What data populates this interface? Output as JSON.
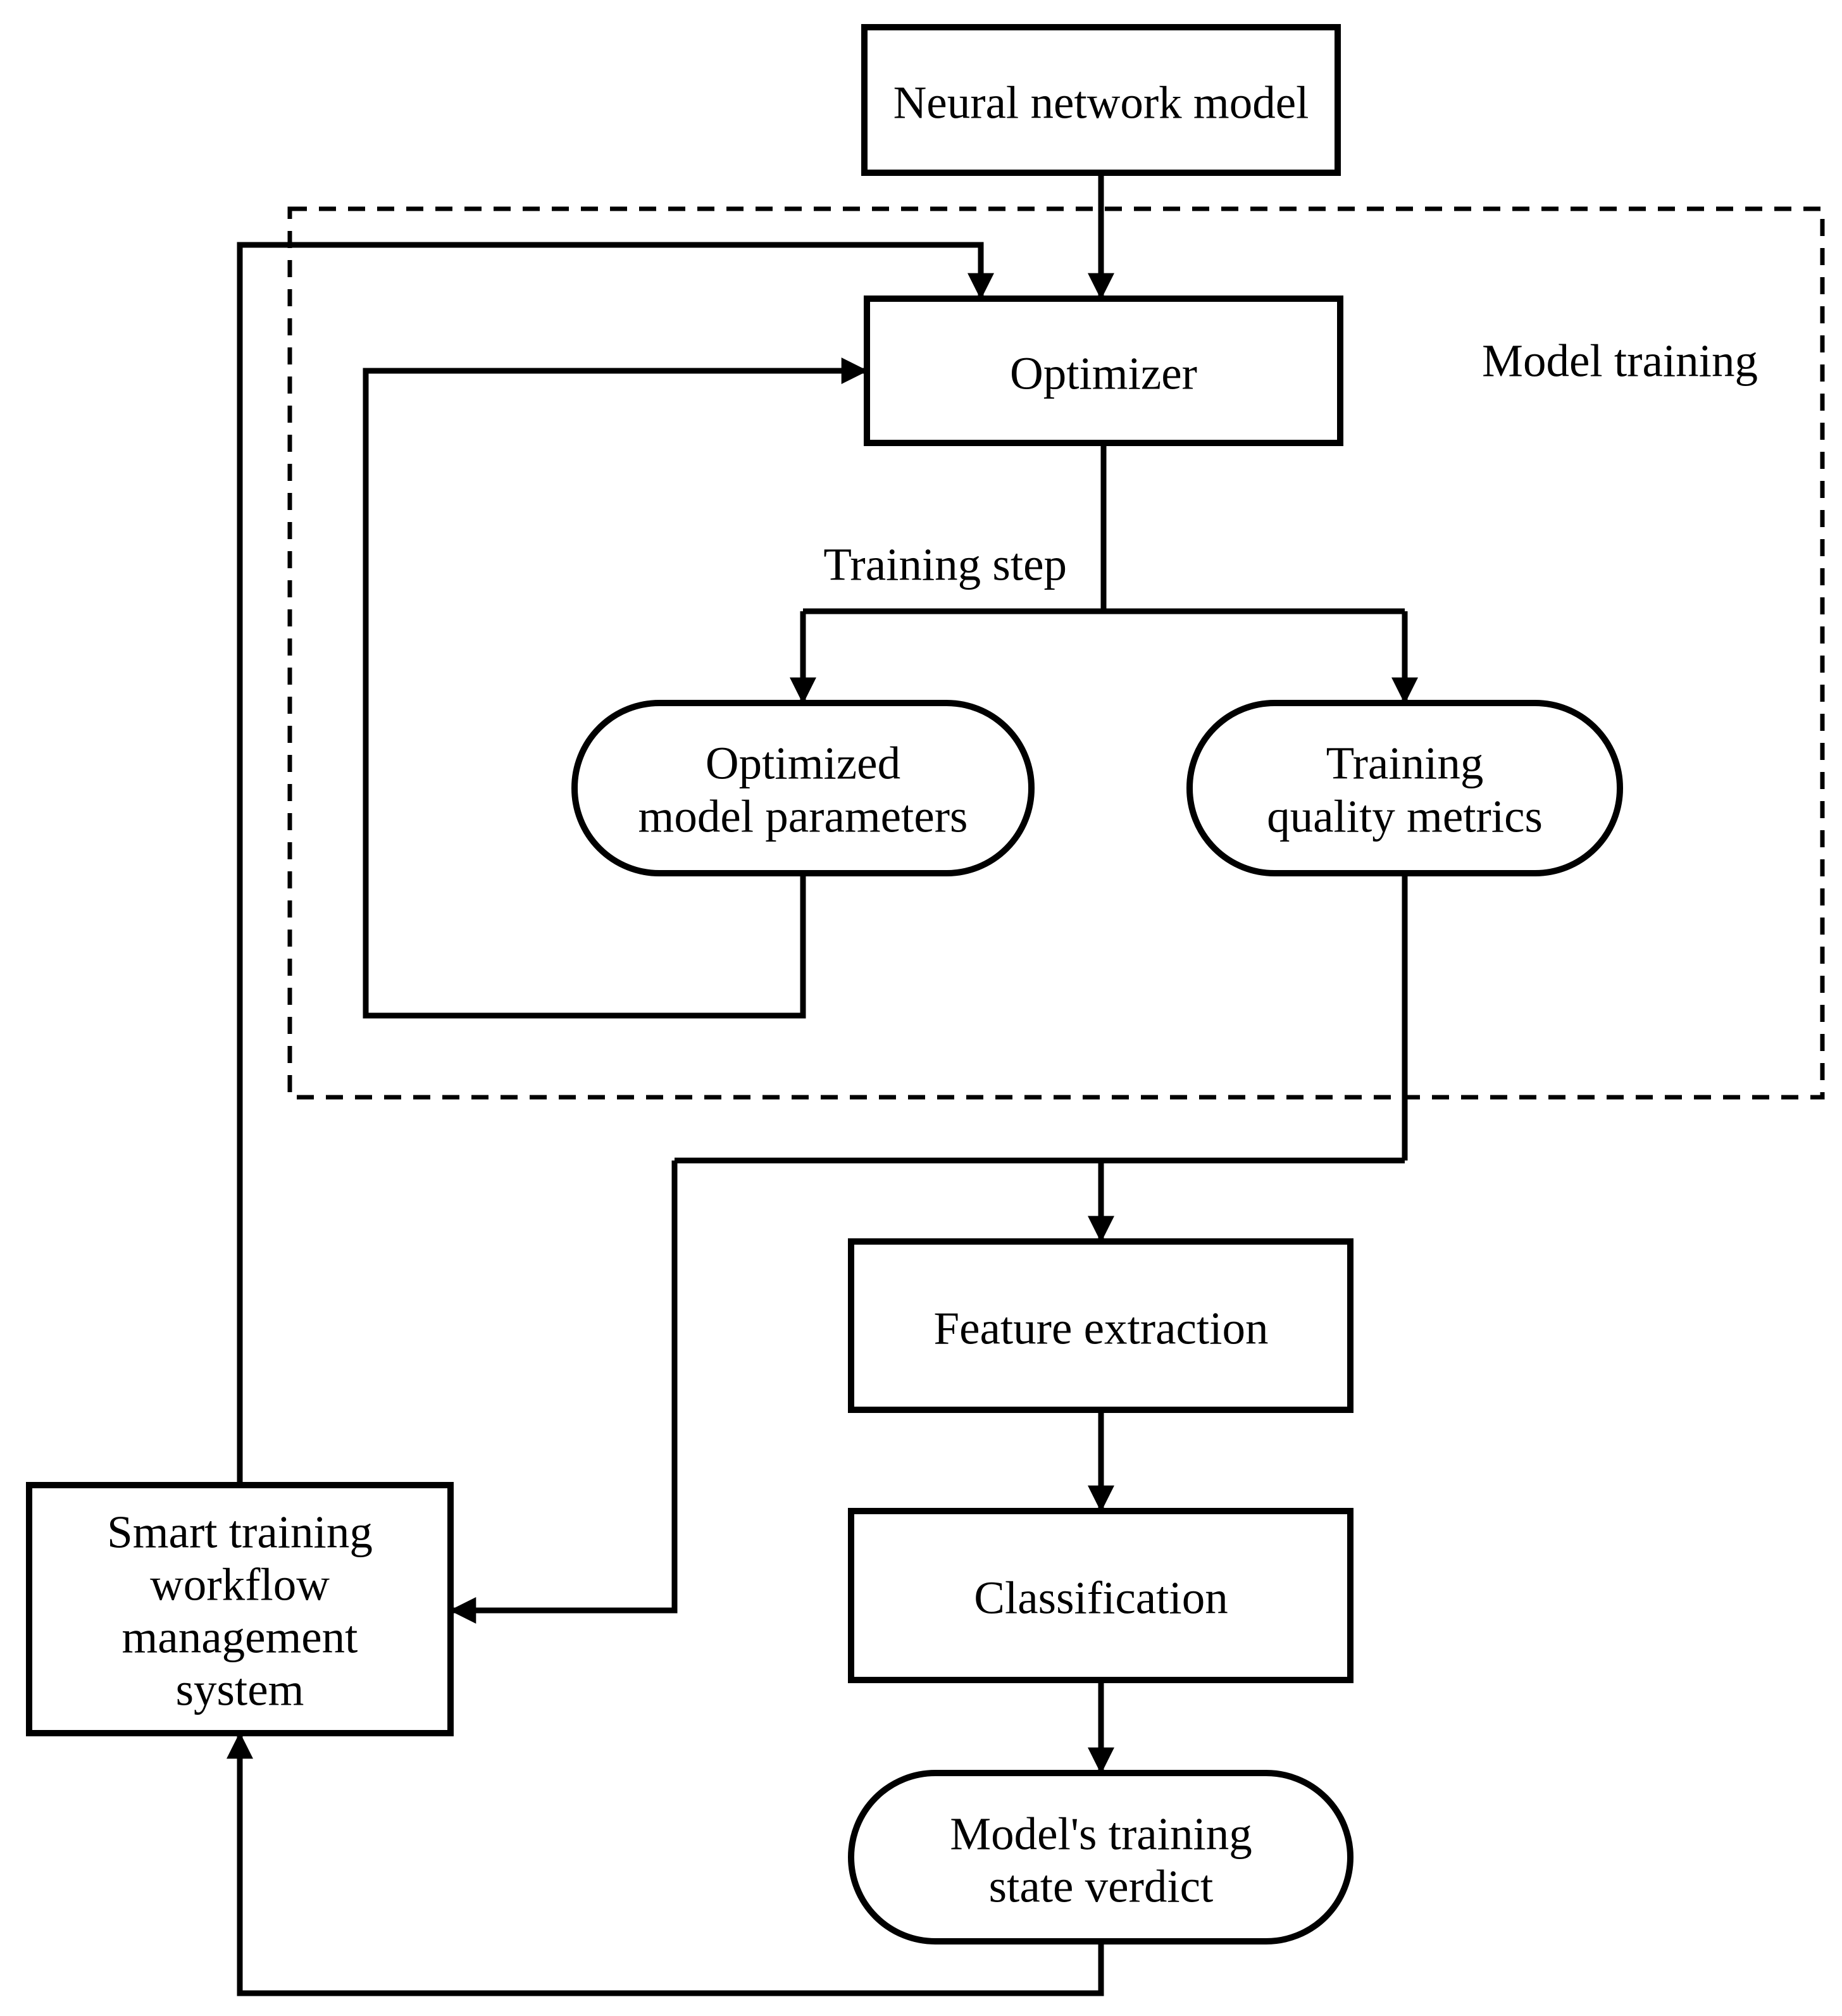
{
  "diagram": {
    "colors": {
      "stroke": "#000000",
      "background": "#ffffff"
    },
    "nodes": {
      "neural_network_model": {
        "label": "Neural network model"
      },
      "optimizer": {
        "label": "Optimizer"
      },
      "optimized_model_parameters": {
        "line1": "Optimized",
        "line2": "model parameters"
      },
      "training_quality_metrics": {
        "line1": "Training",
        "line2": "quality metrics"
      },
      "feature_extraction": {
        "label": "Feature extraction"
      },
      "classification": {
        "label": "Classification"
      },
      "model_training_state_verdict": {
        "line1": "Model's training",
        "line2": "state verdict"
      },
      "smart_training_workflow_management_system": {
        "line1": "Smart training",
        "line2": "workflow",
        "line3": "management",
        "line4": "system"
      }
    },
    "labels": {
      "model_training_group": "Model training",
      "training_step": "Training step"
    }
  }
}
